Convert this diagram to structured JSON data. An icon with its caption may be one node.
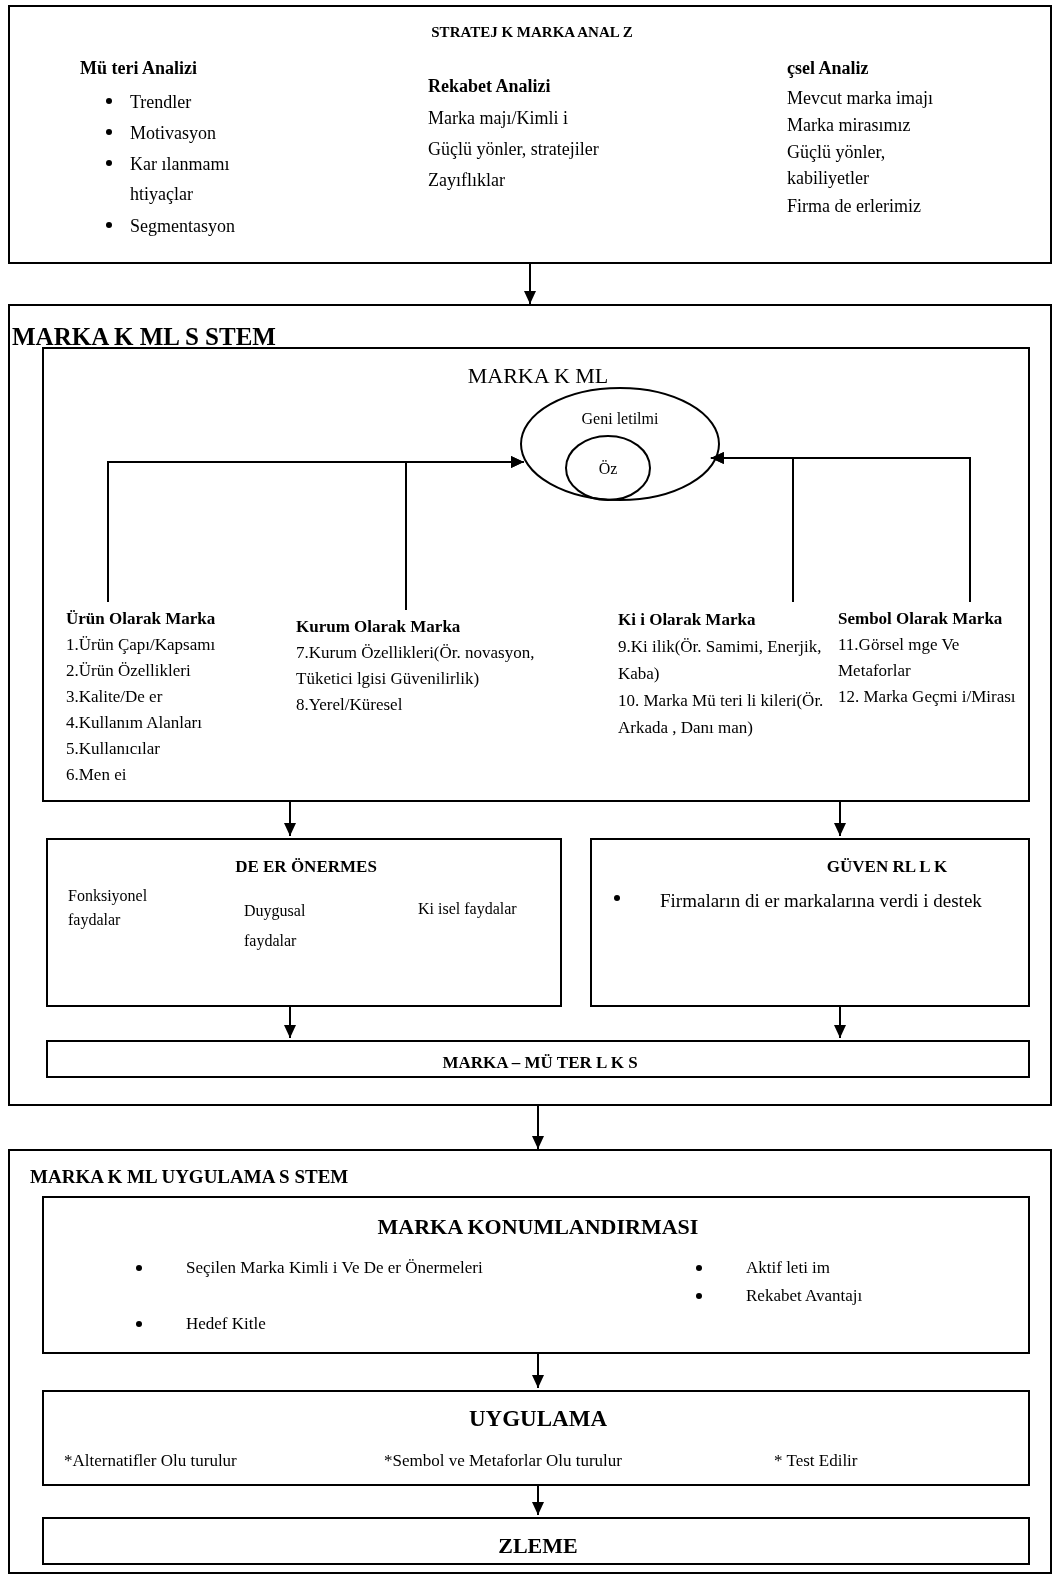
{
  "diagram": {
    "nodes": [
      {
        "text": [
          "STRATEJ K MARKA ANAL Z",
          "Mü teri Analizi",
          "Trendler",
          "Motivasyon",
          "Kar ılanmamı htiyaçlar",
          "Segmentasyon",
          "Rekabet Analizi",
          "Marka majı/Kimli i",
          "Güçlü yönler, stratejiler",
          "Zayıflıklar",
          "çsel Analiz",
          "Mevcut marka imajı",
          "Marka mirasımız",
          "Güçlü yönler, kabiliyetler",
          "Firma de erlerimiz"
        ]
      },
      {
        "text": [
          "MARKA K ML S STEM"
        ]
      },
      {
        "text": [
          "MARKA K ML"
        ],
        "in": 1
      },
      {
        "text": [
          "Geni letilmi"
        ],
        "in": 2
      },
      {
        "text": [
          "Öz"
        ],
        "in": 3
      },
      {
        "text": [
          "Ürün Olarak Marka",
          "1.Ürün Çapı/Kapsamı",
          "2.Ürün Özellikleri",
          "3.Kalite/De er",
          "4.Kullanım Alanları",
          "5.Kullanıcılar",
          "6.Men ei"
        ],
        "in": 2
      },
      {
        "text": [
          "Kurum Olarak Marka",
          "7.Kurum Özellikleri(Ör. novasyon, Tüketici lgisi Güvenilirlik)",
          "8.Yerel/Küresel"
        ],
        "in": 2
      },
      {
        "text": [
          "Ki i Olarak Marka",
          "9.Ki ilik(Ör. Samimi, Enerjik, Kaba)",
          "10. Marka Mü teri li kileri(Ör. Arkada , Danı man)"
        ],
        "in": 2
      },
      {
        "text": [
          "Sembol Olarak Marka",
          "11.Görsel mge Ve Metaforlar",
          "12. Marka Geçmi i/Mirası"
        ],
        "in": 2
      },
      {
        "text": [
          "DE ER ÖNERMES",
          "Fonksiyonel faydalar",
          "Duygusal faydalar",
          "Ki isel faydalar"
        ],
        "in": 1
      },
      {
        "text": [
          "GÜVEN RL L K",
          "Firmaların di er markalarına verdi i destek"
        ],
        "in": 1
      },
      {
        "text": [
          "MARKA – MÜ TER L K S"
        ],
        "in": 1
      },
      {
        "text": [
          "MARKA K ML UYGULAMA S STEM"
        ]
      },
      {
        "text": [
          "MARKA KONUMLANDIRMASI",
          "Seçilen Marka Kimli i Ve De er Önermeleri",
          "Hedef Kitle",
          "Aktif leti im",
          "Rekabet Avantajı"
        ],
        "in": 12
      },
      {
        "text": [
          "UYGULAMA",
          "*Alternatifler Olu turulur",
          "*Sembol ve Metaforlar Olu turulur",
          "* Test Edilir"
        ],
        "in": 12
      },
      {
        "text": [
          "ZLEME"
        ],
        "in": 12
      }
    ],
    "edges": [
      {
        "from": 0,
        "to": 1,
        "arrow": "to"
      },
      {
        "from": 5,
        "to": 3,
        "arrow": "to"
      },
      {
        "from": 6,
        "to": 3,
        "arrow": "to"
      },
      {
        "from": 7,
        "to": 3,
        "arrow": "to"
      },
      {
        "from": 8,
        "to": 3,
        "arrow": "to"
      },
      {
        "from": 2,
        "to": 9,
        "arrow": "to"
      },
      {
        "from": 2,
        "to": 10,
        "arrow": "to"
      },
      {
        "from": 9,
        "to": 11,
        "arrow": "to"
      },
      {
        "from": 10,
        "to": 11,
        "arrow": "to"
      },
      {
        "from": 1,
        "to": 12,
        "arrow": "to"
      },
      {
        "from": 13,
        "to": 14,
        "arrow": "to"
      },
      {
        "from": 14,
        "to": 15,
        "arrow": "to"
      }
    ]
  }
}
